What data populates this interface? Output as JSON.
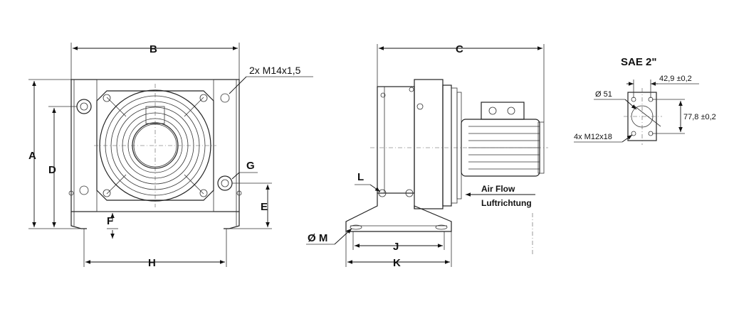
{
  "front_view": {
    "dim_A": "A",
    "dim_B": "B",
    "dim_D": "D",
    "dim_E": "E",
    "dim_F": "F",
    "dim_G": "G",
    "dim_H": "H",
    "thread_note": "2x M14x1,5"
  },
  "side_view": {
    "dim_C": "C",
    "dim_J": "J",
    "dim_K": "K",
    "dim_L": "L",
    "dim_M": "Ø M",
    "airflow_en": "Air Flow",
    "airflow_de": "Luftrichtung"
  },
  "flange": {
    "title": "SAE 2\"",
    "dim_width": "42,9 ±0,2",
    "dim_height": "77,8 ±0,2",
    "dim_diameter": "Ø 51",
    "bolts": "4x M12x18"
  }
}
